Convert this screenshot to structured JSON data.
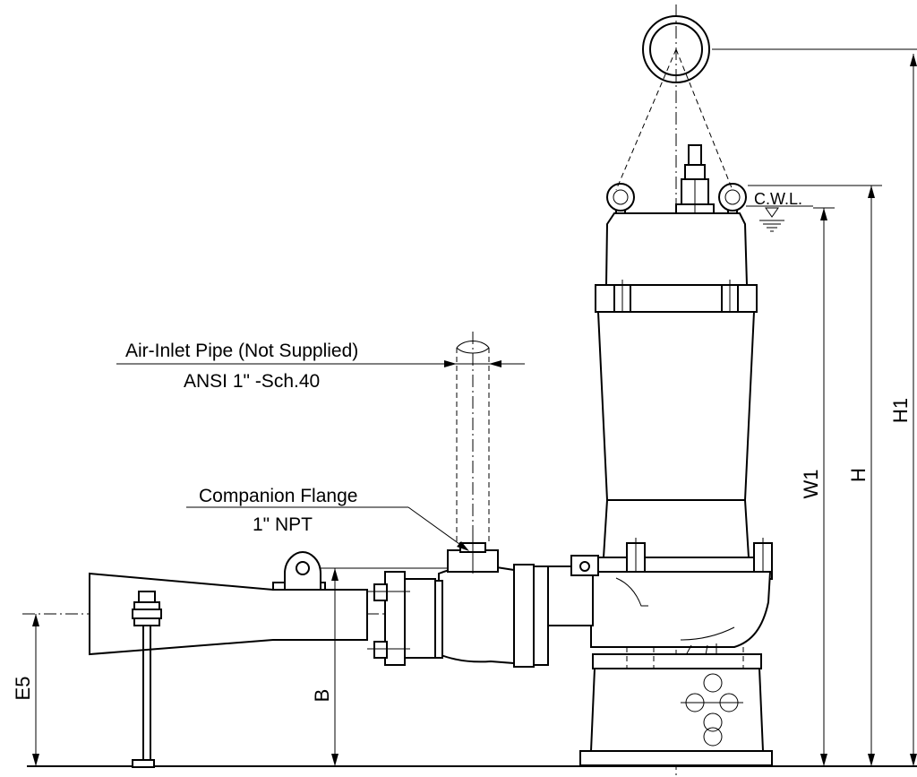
{
  "labels": {
    "air_inlet_title": "Air-Inlet Pipe (Not Supplied)",
    "air_inlet_spec": "ANSI 1\" -Sch.40",
    "companion_flange": "Companion Flange",
    "companion_flange_spec": "1\" NPT",
    "cwl": "C.W.L."
  },
  "dimensions": {
    "h1": "H1",
    "h": "H",
    "w1": "W1",
    "b": "B",
    "e5": "E5"
  }
}
